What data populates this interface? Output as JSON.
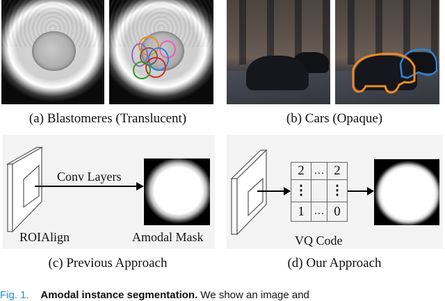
{
  "figure": {
    "panels": {
      "a": {
        "caption": "(a) Blastomeres (Translucent)",
        "images": [
          "blastomere-image",
          "blastomere-annotated-image"
        ],
        "annotation_colors": [
          "#f08a24",
          "#e65fbf",
          "#2f86d4",
          "#d62728",
          "#2ca02c",
          "#9467bd",
          "#8c564b"
        ]
      },
      "b": {
        "caption": "(b) Cars (Opaque)",
        "images": [
          "street-cars-image",
          "street-cars-annotated-image"
        ],
        "annotation_colors": [
          "#f08a24",
          "#2f86d4"
        ]
      },
      "c": {
        "caption": "(c) Previous Approach",
        "arrow_label": "Conv Layers",
        "left_label": "ROIAlign",
        "right_label": "Amodal Mask"
      },
      "d": {
        "caption": "(d) Our Approach",
        "grid_label": "VQ Code",
        "grid": [
          [
            "2",
            "…",
            "2"
          ],
          [
            "⋮",
            "",
            "⋮"
          ],
          [
            "1",
            "…",
            "0"
          ]
        ]
      }
    },
    "caption": {
      "number": "Fig. 1.",
      "title": "Amodal instance segmentation.",
      "text": "We show an image and"
    }
  }
}
